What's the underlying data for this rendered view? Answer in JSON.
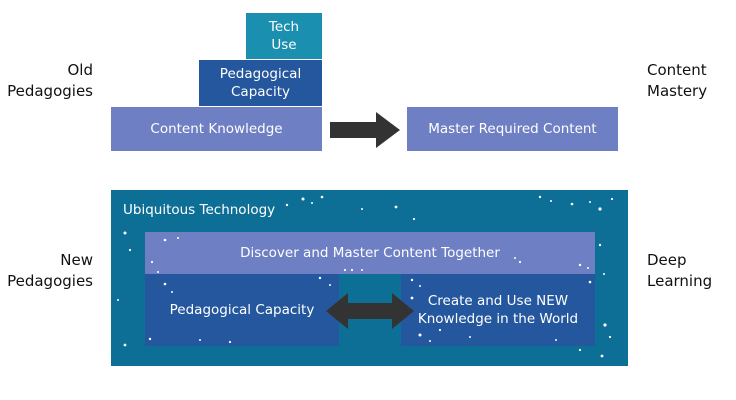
{
  "old_pedagogies": {
    "label_line1": "Old",
    "label_line2": "Pedagogies",
    "tech_use_line1": "Tech",
    "tech_use_line2": "Use",
    "pedagogical_capacity_line1": "Pedagogical",
    "pedagogical_capacity_line2": "Capacity",
    "content_knowledge": "Content Knowledge",
    "master_required_content": "Master Required Content",
    "result_line1": "Content",
    "result_line2": "Mastery"
  },
  "new_pedagogies": {
    "label_line1": "New",
    "label_line2": "Pedagogies",
    "ubiquitous_technology": "Ubiquitous Technology",
    "discover_master": "Discover and Master Content Together",
    "pedagogical_capacity": "Pedagogical Capacity",
    "create_use_line1": "Create and Use NEW",
    "create_use_line2": "Knowledge in the World",
    "result_line1": "Deep",
    "result_line2": "Learning"
  },
  "colors": {
    "teal": "#1a8fb0",
    "dark_blue": "#25579e",
    "periwinkle": "#6e7fc4",
    "ocean": "#0e6f96",
    "navy": "#1f4b8e",
    "arrow": "#333333"
  }
}
